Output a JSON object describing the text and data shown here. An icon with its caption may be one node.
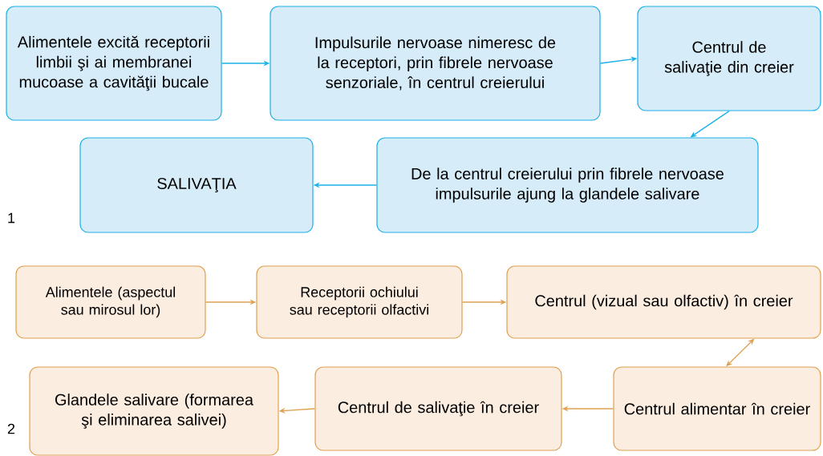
{
  "diagram": {
    "nodes": [
      {
        "text": [
          "Alimentele excită receptorii limbii şi ai membranei mucoase a cavităţii bucale"
        ]
      },
      {
        "text": [
          "Impulsurile nervoase nimeresc de la receptori, prin fibrele nervoase senzoriale, în centrul creierului"
        ]
      },
      {
        "text": [
          "Centrul de salivaţie din creier"
        ]
      },
      {
        "text": [
          "De la centrul creierului prin fibrele nervoase impulsurile ajung la glandele salivare"
        ]
      },
      {
        "text": [
          "SALIVAŢIA"
        ]
      },
      {
        "text": [
          "Alimentele (aspectul sau mirosul lor)"
        ]
      },
      {
        "text": [
          "Receptorii ochiului sau receptorii olfactivi"
        ]
      },
      {
        "text": [
          "Centrul (vizual sau olfactiv) în creier"
        ]
      },
      {
        "text": [
          "Centrul alimentar în creier"
        ]
      },
      {
        "text": [
          "Centrul de salivaţie în creier"
        ]
      },
      {
        "text": [
          "Glandele salivare (formarea şi eliminarea salivei)"
        ]
      }
    ],
    "edges": [
      {
        "from": 0,
        "to": 1,
        "arrow": "to",
        "color": "#1ab0e8"
      },
      {
        "from": 1,
        "to": 2,
        "arrow": "to",
        "color": "#1ab0e8"
      },
      {
        "from": 2,
        "to": 3,
        "arrow": "to",
        "color": "#1ab0e8"
      },
      {
        "from": 3,
        "to": 4,
        "arrow": "to",
        "color": "#1ab0e8"
      },
      {
        "from": 5,
        "to": 6,
        "arrow": "to"
      },
      {
        "from": 6,
        "to": 7,
        "arrow": "to"
      },
      {
        "from": 7,
        "to": 8,
        "arrow": "both"
      },
      {
        "from": 8,
        "to": 9,
        "arrow": "to"
      },
      {
        "from": 9,
        "to": 10,
        "arrow": "to"
      }
    ],
    "labels": [
      "1",
      "2"
    ]
  }
}
